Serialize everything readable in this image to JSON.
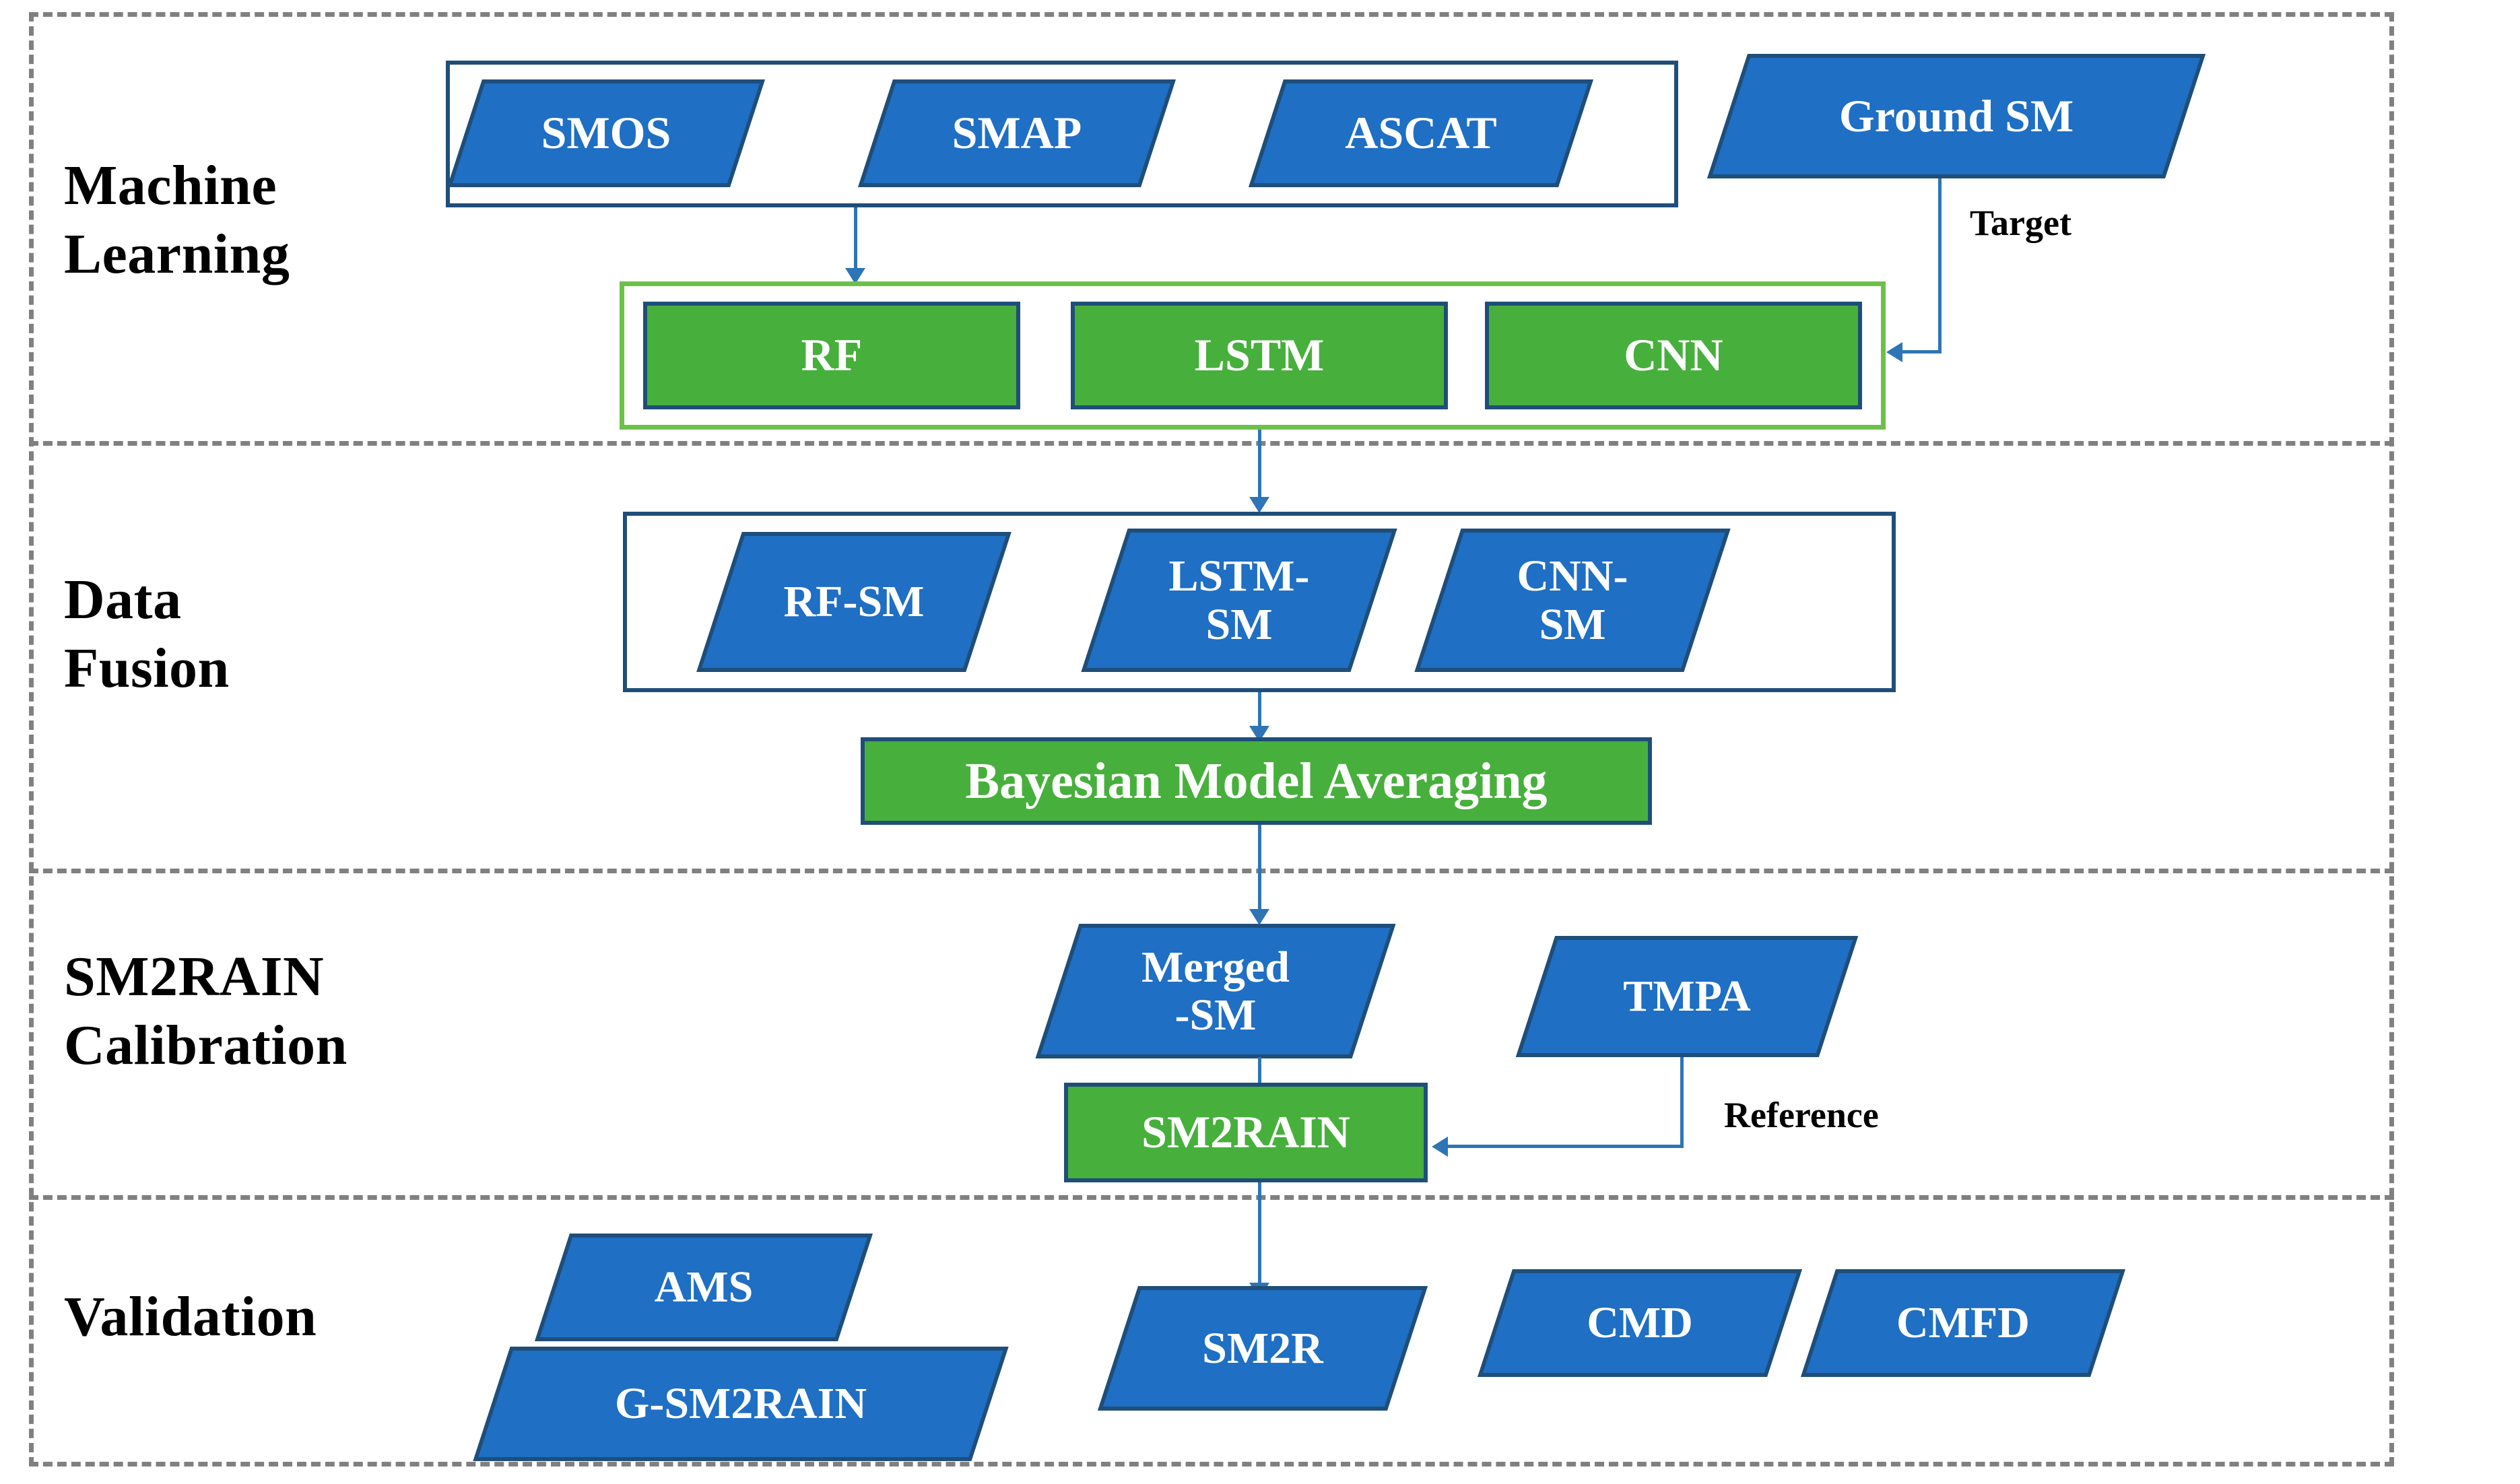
{
  "diagram": {
    "title": "Machine Learning / Data Fusion / SM2RAIN Calibration / Validation workflow",
    "colors": {
      "blue_fill": "#1F6FC4",
      "blue_border": "#1F4E79",
      "green_fill": "#47B03C",
      "green_outline": "#6CC04A",
      "connector": "#2E75B6",
      "frame_dashed": "#808080",
      "shape_text": "#FFFFFF",
      "label_text": "#000000",
      "background": "#FFFFFF"
    }
  },
  "rows": [
    {
      "id": "machine-learning",
      "label": "Machine\nLearning"
    },
    {
      "id": "data-fusion",
      "label": "Data\nFusion"
    },
    {
      "id": "sm2rain-calibration",
      "label": "SM2RAIN\nCalibration"
    },
    {
      "id": "validation",
      "label": "Validation"
    }
  ],
  "machine_learning": {
    "inputs": [
      {
        "id": "smos",
        "label": "SMOS"
      },
      {
        "id": "smap",
        "label": "SMAP"
      },
      {
        "id": "ascat",
        "label": "ASCAT"
      }
    ],
    "ground_truth": {
      "id": "ground-sm",
      "label": "Ground SM"
    },
    "models": [
      {
        "id": "rf",
        "label": "RF"
      },
      {
        "id": "lstm",
        "label": "LSTM"
      },
      {
        "id": "cnn",
        "label": "CNN"
      }
    ],
    "edge_label_target": "Target"
  },
  "data_fusion": {
    "model_outputs": [
      {
        "id": "rf-sm",
        "label": "RF-SM"
      },
      {
        "id": "lstm-sm",
        "label": "LSTM-\nSM"
      },
      {
        "id": "cnn-sm",
        "label": "CNN-\nSM"
      }
    ],
    "fusion_method": {
      "id": "bma",
      "label": "Bayesian Model Averaging"
    }
  },
  "sm2rain_calibration": {
    "merged": {
      "id": "merged-sm",
      "label": "Merged\n-SM"
    },
    "reference_product": {
      "id": "tmpa",
      "label": "TMPA"
    },
    "algorithm": {
      "id": "sm2rain",
      "label": "SM2RAIN"
    },
    "edge_label_reference": "Reference"
  },
  "validation": {
    "items": [
      {
        "id": "ams",
        "label": "AMS"
      },
      {
        "id": "g-sm2rain",
        "label": "G-SM2RAIN"
      },
      {
        "id": "sm2r",
        "label": "SM2R"
      },
      {
        "id": "cmd",
        "label": "CMD"
      },
      {
        "id": "cmfd",
        "label": "CMFD"
      }
    ]
  }
}
